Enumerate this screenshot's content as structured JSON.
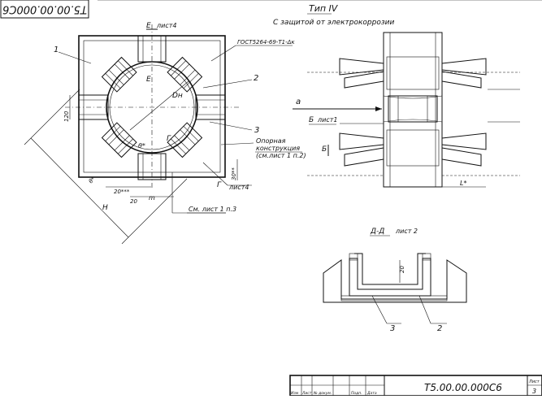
{
  "stamp_rotated": "T5.00.00.000C6",
  "header": {
    "type_title": "Тип IV",
    "subtitle": "С защитой от электрокоррозии"
  },
  "left_view": {
    "section_label": "Е",
    "section_sheet": "лист4",
    "section_label_bottom": "Е",
    "standard_ref": "ГОСТ5264-69-Т1-Δк",
    "callout_1": "1",
    "callout_2": "2",
    "callout_3": "3",
    "diameter": "Dн",
    "section_g": "Г",
    "section_g2": "Г",
    "support_text_1": "Опорная",
    "support_text_2": "конструкция",
    "support_text_3": "(см.лист 1 п.2)",
    "dim_120": "120",
    "dim_30": "30**",
    "dim_20a": "20***",
    "dim_20b": "20",
    "dim_m": "m",
    "dim_theta": "θ*",
    "dim_h": "H",
    "sheet4": "лист4",
    "note_ref": "См. лист 1 п.3"
  },
  "right_view": {
    "flow": "а",
    "view_b": "Б",
    "view_b_sheet": "лист1",
    "view_b2": "Б",
    "dim_l": "L*"
  },
  "section_dd": {
    "title": "Д-Д",
    "sheet": "лист 2",
    "dim_20": "20",
    "callout_3": "3",
    "callout_2": "2"
  },
  "title_block": {
    "doc_number": "Т5.00.00.000С6",
    "col_izm": "Изм",
    "col_list": "Лист",
    "col_doc": "№ докум.",
    "col_sign": "Подп.",
    "col_date": "Дата",
    "sheet_label": "Лист",
    "sheet_num": "3"
  }
}
